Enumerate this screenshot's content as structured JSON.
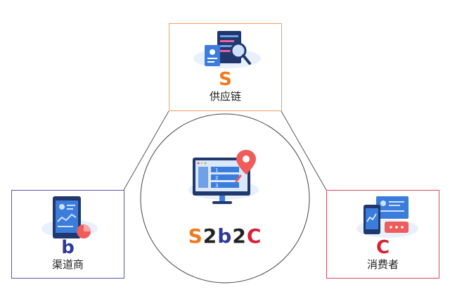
{
  "nodes": {
    "supply": {
      "letter": "S",
      "label": "供应链",
      "border_color": "#f2a15e",
      "letter_color": "#f07a1e"
    },
    "channel": {
      "letter": "b",
      "label": "渠道商",
      "border_color": "#5a57a8",
      "letter_color": "#2c3a9c"
    },
    "consumer": {
      "letter": "C",
      "label": "消费者",
      "border_color": "#e04a57",
      "letter_color": "#d91f33"
    }
  },
  "center": {
    "title_parts": [
      "S",
      "2",
      "b",
      "2",
      "C"
    ],
    "title_colors": [
      "#f07a1e",
      "#222222",
      "#2c3a9c",
      "#222222",
      "#d91f33"
    ],
    "list_numbers": [
      "1",
      "2",
      "3"
    ]
  },
  "colors": {
    "icon_blue": "#3a7ddc",
    "icon_dark": "#20386e",
    "icon_red": "#f05b5b",
    "icon_pale": "#dbe8fb"
  }
}
